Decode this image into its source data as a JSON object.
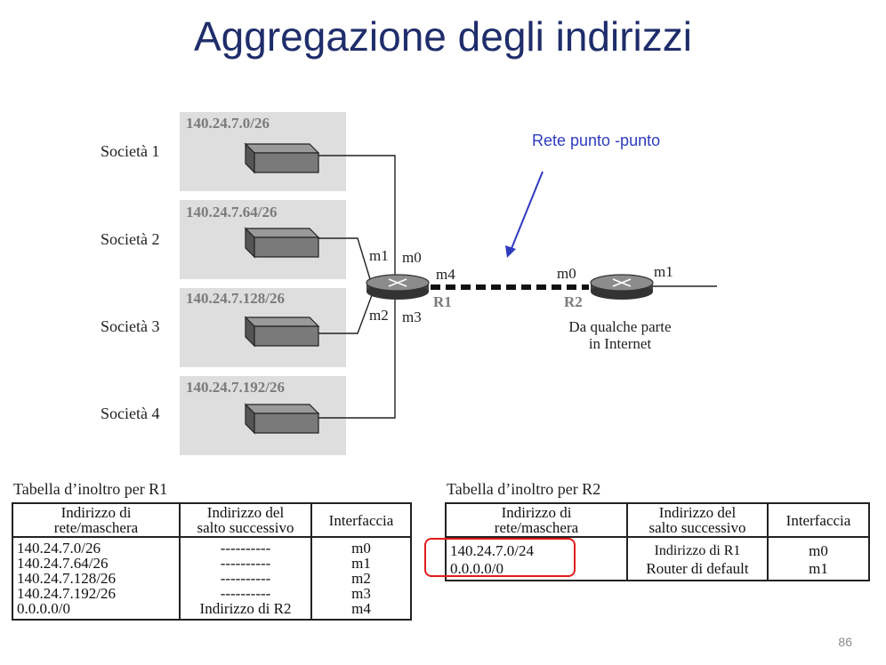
{
  "slide": {
    "title": "Aggregazione degli indirizzi",
    "page_number": "86"
  },
  "diagram": {
    "companies": [
      {
        "name": "Società 1",
        "network": "140.24.7.0/26"
      },
      {
        "name": "Società 2",
        "network": "140.24.7.64/26"
      },
      {
        "name": "Società 3",
        "network": "140.24.7.128/26"
      },
      {
        "name": "Società 4",
        "network": "140.24.7.192/26"
      }
    ],
    "r1": {
      "name": "R1",
      "ifaces": [
        "m0",
        "m1",
        "m2",
        "m3",
        "m4"
      ]
    },
    "r2": {
      "name": "R2",
      "ifaces": [
        "m0",
        "m1"
      ]
    },
    "r2_note": [
      "Da qualche parte",
      "in Internet"
    ],
    "link_annotation": "Rete punto -punto",
    "colors": {
      "accent": "#2e3bbf",
      "title": "#1f2d6b",
      "highlight": "#e21b1b",
      "shade": "#dedede"
    }
  },
  "table_r1": {
    "caption": "Tabella d’inoltro per R1",
    "headers": [
      [
        "Indirizzo di",
        "rete/maschera"
      ],
      [
        "Indirizzo del",
        "salto successivo"
      ],
      [
        "Interfaccia"
      ]
    ],
    "rows": [
      [
        "140.24.7.0/26",
        "----------",
        "m0"
      ],
      [
        "140.24.7.64/26",
        "----------",
        "m1"
      ],
      [
        "140.24.7.128/26",
        "----------",
        "m2"
      ],
      [
        "140.24.7.192/26",
        "----------",
        "m3"
      ],
      [
        "0.0.0.0/0",
        "Indirizzo di R2",
        "m4"
      ]
    ]
  },
  "table_r2": {
    "caption": "Tabella d’inoltro per R2",
    "headers": [
      [
        "Indirizzo di",
        "rete/maschera"
      ],
      [
        "Indirizzo del",
        "salto successivo"
      ],
      [
        "Interfaccia"
      ]
    ],
    "rows": [
      [
        "140.24.7.0/24",
        "Indirizzo di R1",
        "m0"
      ],
      [
        "0.0.0.0/0",
        "Router di default",
        "m1"
      ]
    ]
  }
}
